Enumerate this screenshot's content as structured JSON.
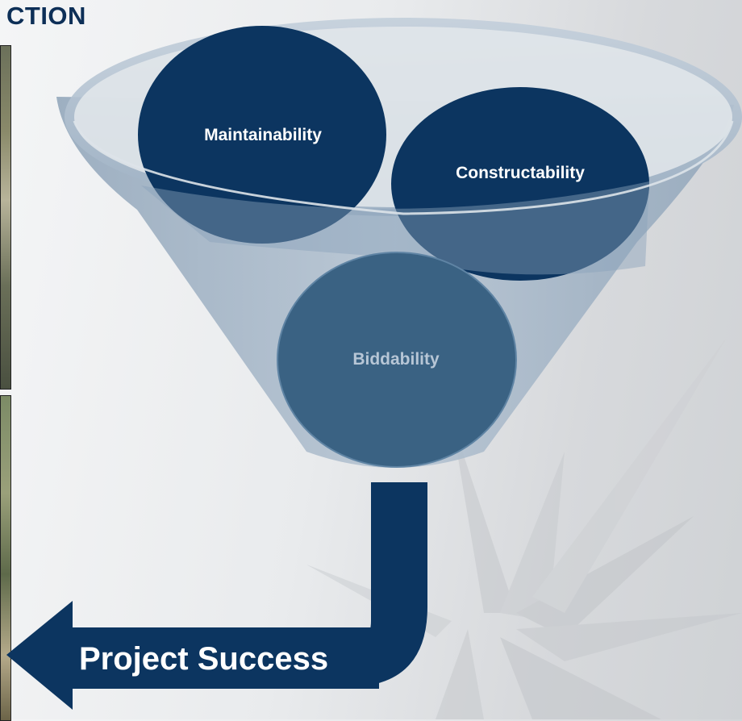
{
  "header": {
    "title_fragment": "CTION"
  },
  "photos": [
    {
      "name": "construction-photo-top"
    },
    {
      "name": "construction-photo-bottom"
    }
  ],
  "funnel": {
    "circles": [
      {
        "label": "Maintainability",
        "color": "#0c3560"
      },
      {
        "label": "Constructability",
        "color": "#0c3560"
      },
      {
        "label": "Biddability",
        "color": "#3a6283"
      }
    ],
    "outcome_label": "Project Success",
    "colors": {
      "funnel_rim": "#aebccb",
      "funnel_body": "#9fb1c4",
      "pipe": "#0c3560",
      "label_light": "#ffffff",
      "label_muted": "#b7c6d6"
    }
  }
}
